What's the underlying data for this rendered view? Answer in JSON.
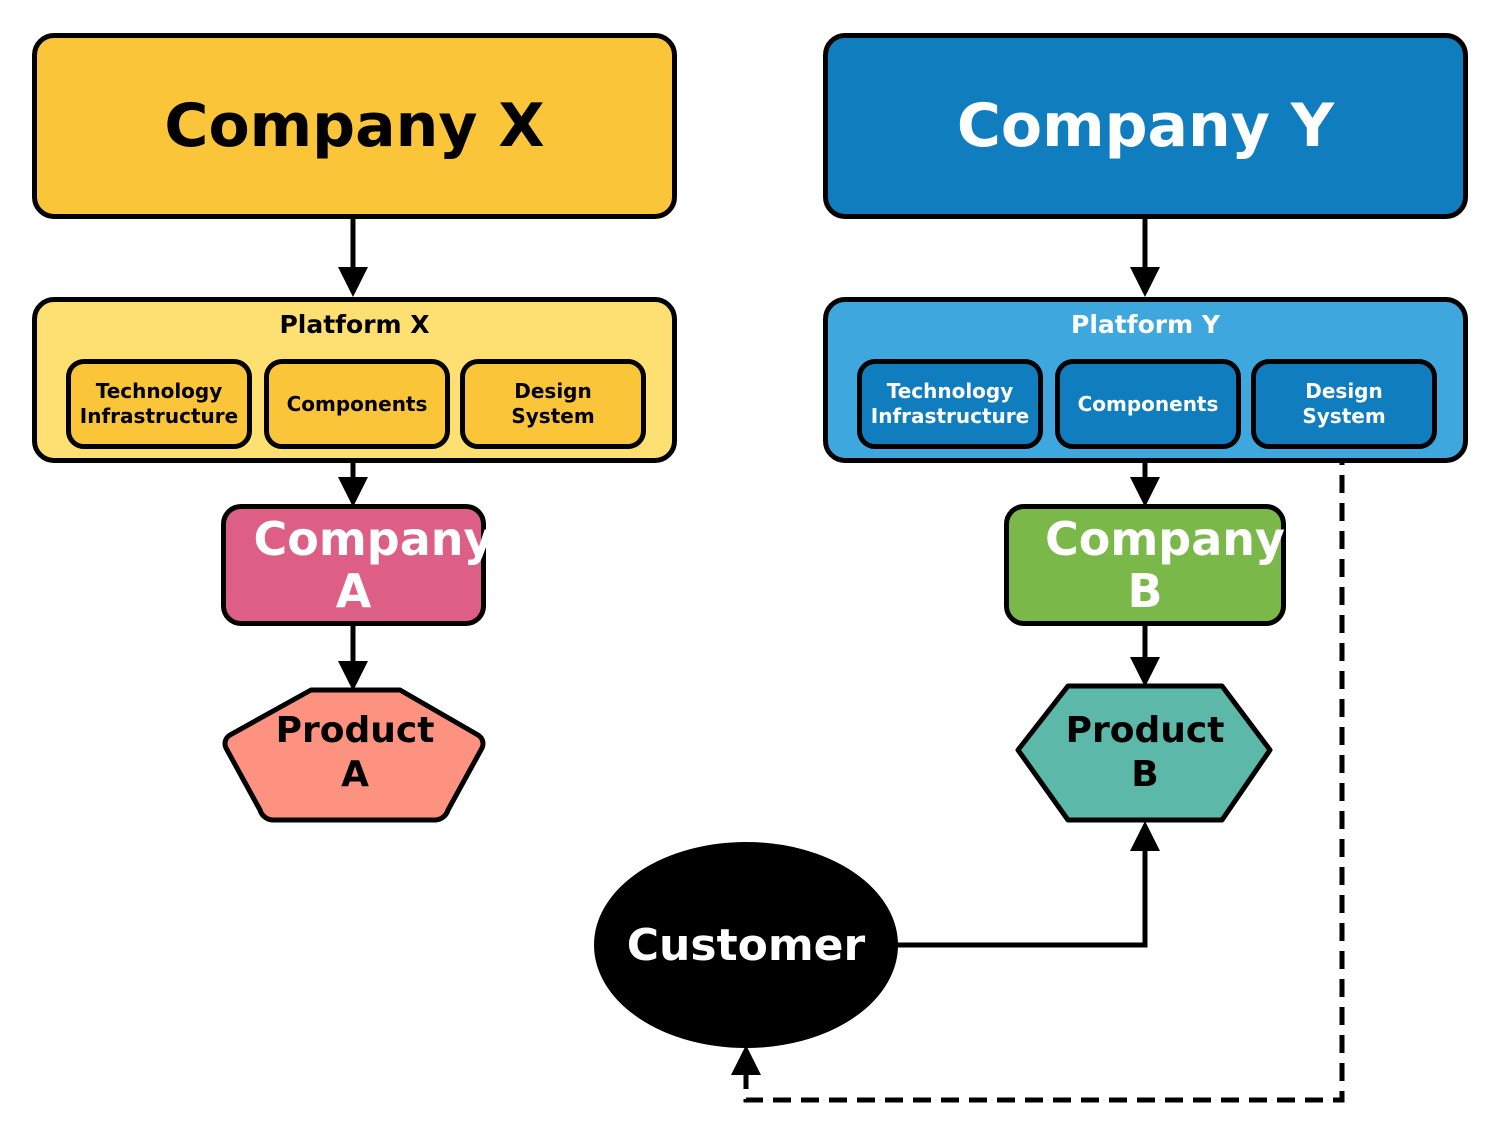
{
  "colors": {
    "company_x": "#fbc53a",
    "platform_x": "#fedf72",
    "sub_x": "#fbc53a",
    "company_y": "#107ebe",
    "platform_y": "#3da7de",
    "sub_y": "#107ebe",
    "company_a": "#dd5f86",
    "company_b": "#7ab84a",
    "product_a": "#fd9280",
    "product_b": "#5cb8a8",
    "customer": "#000000"
  },
  "company_x": {
    "label": "Company X"
  },
  "platform_x": {
    "title": "Platform X",
    "items": [
      "Technology Infrastructure",
      "Components",
      "Design System"
    ]
  },
  "company_a": {
    "label": "Company A"
  },
  "product_a": {
    "label": "Product A"
  },
  "company_y": {
    "label": "Company Y"
  },
  "platform_y": {
    "title": "Platform Y",
    "items": [
      "Technology Infrastructure",
      "Components",
      "Design System"
    ]
  },
  "company_b": {
    "label": "Company B"
  },
  "product_b": {
    "label": "Product B"
  },
  "customer": {
    "label": "Customer"
  }
}
